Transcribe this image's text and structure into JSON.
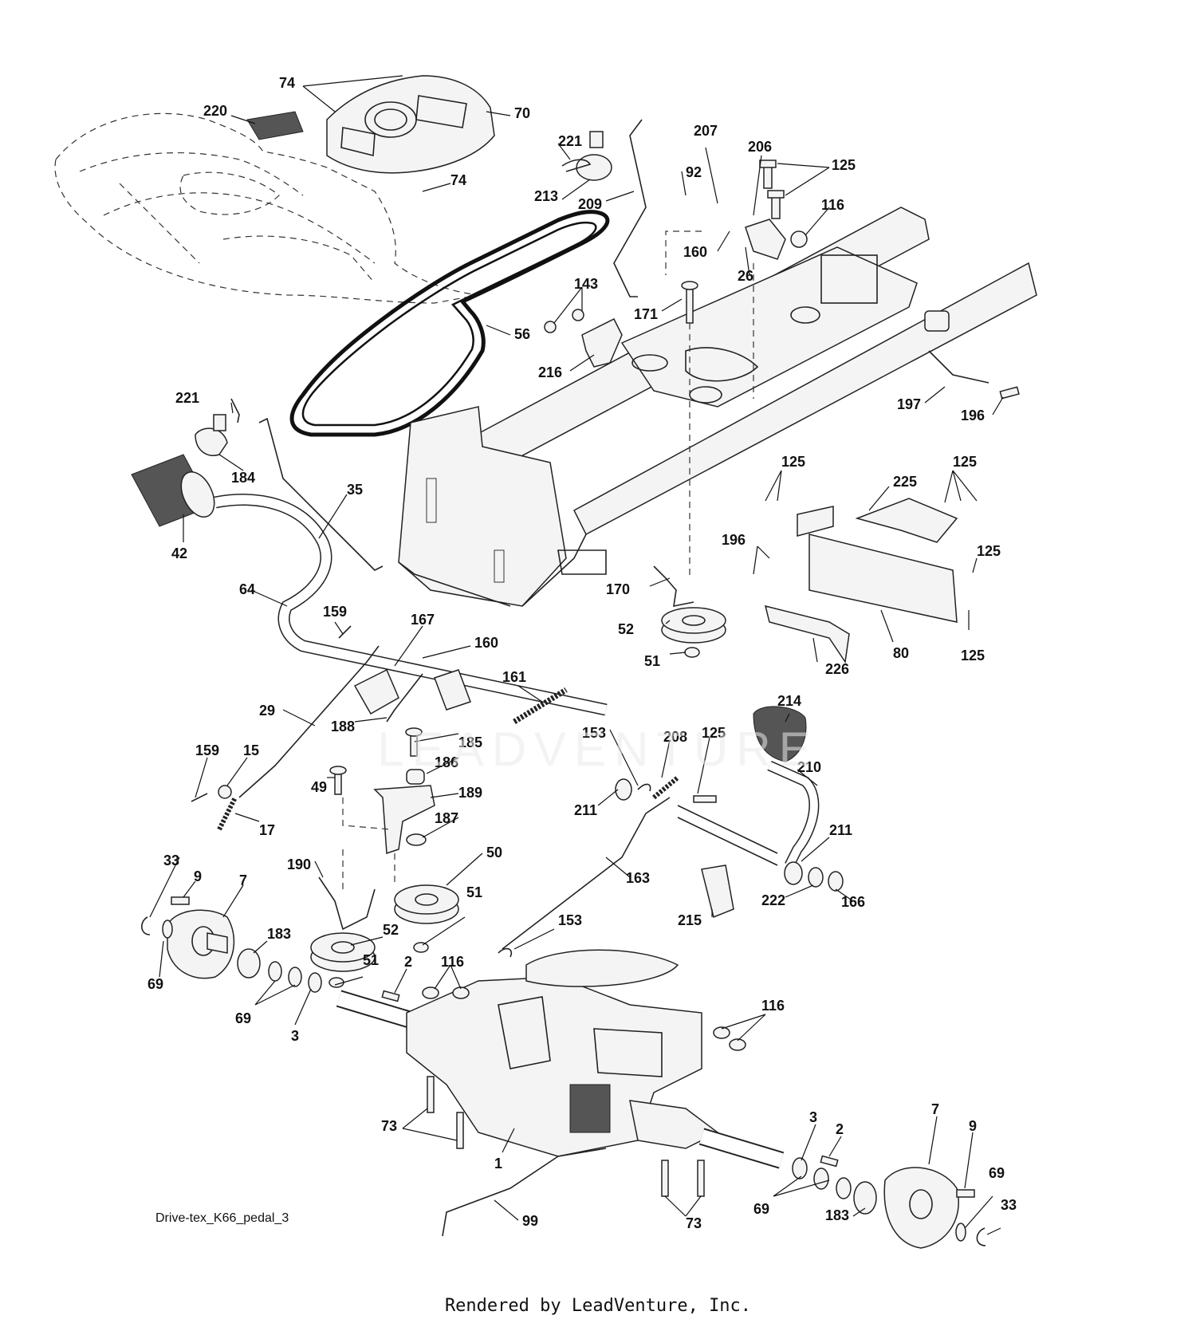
{
  "diagram": {
    "name": "Drive-tex_K66_pedal_3",
    "credit": "Rendered by LeadVenture, Inc.",
    "watermark": "LEADVENTURE",
    "callouts": [
      "74",
      "220",
      "70",
      "74",
      "221",
      "213",
      "209",
      "207",
      "92",
      "206",
      "125",
      "116",
      "160",
      "26",
      "143",
      "171",
      "56",
      "216",
      "197",
      "196",
      "221",
      "184",
      "35",
      "42",
      "64",
      "159",
      "167",
      "160",
      "125",
      "225",
      "125",
      "196",
      "170",
      "52",
      "51",
      "125",
      "125",
      "226",
      "80",
      "161",
      "29",
      "188",
      "185",
      "186",
      "49",
      "159",
      "15",
      "17",
      "153",
      "208",
      "125",
      "214",
      "210",
      "211",
      "189",
      "187",
      "50",
      "190",
      "33",
      "9",
      "7",
      "163",
      "211",
      "222",
      "166",
      "51",
      "52",
      "215",
      "153",
      "69",
      "183",
      "51",
      "2",
      "116",
      "69",
      "3",
      "116",
      "73",
      "3",
      "2",
      "7",
      "9",
      "69",
      "33",
      "1",
      "69",
      "183",
      "73",
      "99"
    ]
  }
}
